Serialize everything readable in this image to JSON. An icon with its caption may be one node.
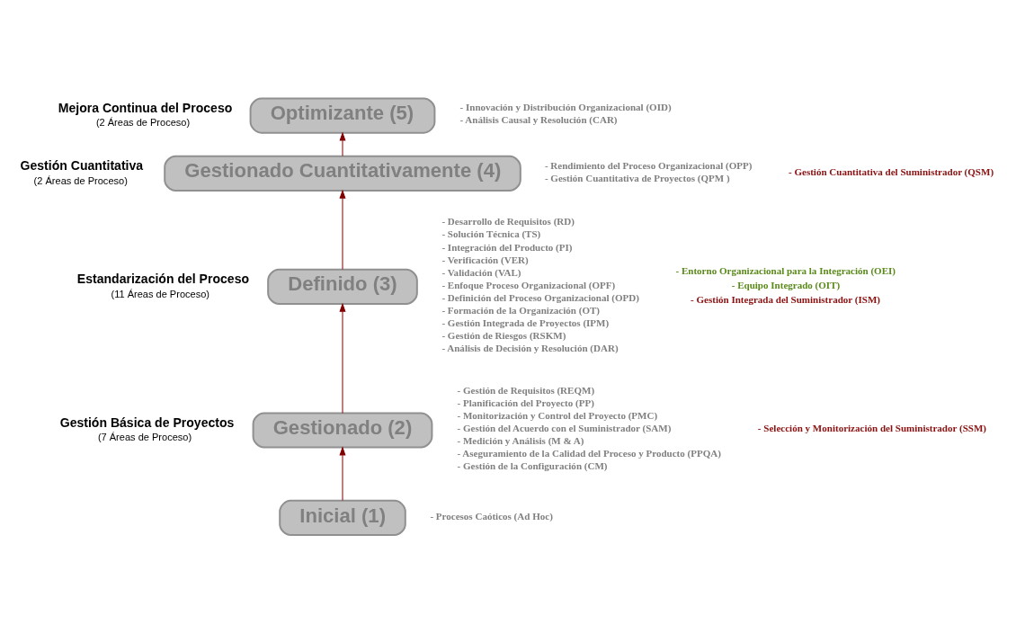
{
  "diagram": {
    "nodes": [
      {
        "text": [
          "Optimizante (5)"
        ],
        "beside": [
          "Mejora Continua del Proceso",
          "(2 Áreas de Proceso)",
          "- Innovación y Distribución Organizacional (OID)",
          "- Análisis Causal y Resolución (CAR)"
        ]
      },
      {
        "text": [
          "Gestionado Cuantitativamente (4)"
        ],
        "beside": [
          "Gestión Cuantitativa",
          "(2 Áreas de Proceso)",
          "- Rendimiento del Proceso Organizacional (OPP)",
          "- Gestión Cuantitativa de Proyectos (QPM )"
        ]
      },
      {
        "text": [
          "Definido (3)"
        ],
        "beside": [
          "Estandarización del Proceso",
          "(11 Áreas de Proceso)",
          "- Desarrollo de Requisitos (RD)",
          "- Solución Técnica (TS)",
          "- Integración del Producto (PI)",
          "- Verificación (VER)",
          "- Validación (VAL)",
          "- Enfoque Proceso Organizacional (OPF)",
          "- Definición del Proceso Organizacional (OPD)",
          "- Formación de la Organización (OT)",
          "- Gestión Integrada de Proyectos (IPM)",
          "- Gestión de Riesgos (RSKM)",
          "- Análisis de Decisión y Resolución (DAR)"
        ]
      },
      {
        "text": [
          "Gestionado (2)"
        ],
        "beside": [
          "Gestión Básica de Proyectos",
          "(7 Áreas de Proceso)",
          "- Gestión de Requisitos (REQM)",
          "- Planificación del Proyecto (PP)",
          "- Monitorización y Control del Proyecto (PMC)",
          "- Gestión del Acuerdo con el Suministrador (SAM)",
          "- Medición y Análisis (M & A)",
          "- Aseguramiento de la Calidad del Proceso y Producto (PPQA)",
          "- Gestión de la Configuración (CM)"
        ]
      },
      {
        "text": [
          "Inicial (1)"
        ],
        "beside": [
          "- Procesos Caóticos (Ad Hoc)"
        ]
      }
    ],
    "edges": [
      {
        "from": 4,
        "to": 3,
        "arrow": "to"
      },
      {
        "from": 3,
        "to": 2,
        "arrow": "to"
      },
      {
        "from": 2,
        "to": 1,
        "arrow": "to"
      },
      {
        "from": 1,
        "to": 0,
        "arrow": "to"
      }
    ],
    "labels": [
      "- Gestión Cuantitativa del Suministrador (QSM)",
      "- Entorno Organizacional para la Integración (OEI)",
      "- Equipo Integrado (OIT)",
      "- Gestión Integrada del Suministrador (ISM)",
      "- Selección y Monitorización del Suministrador (SSM)"
    ]
  }
}
